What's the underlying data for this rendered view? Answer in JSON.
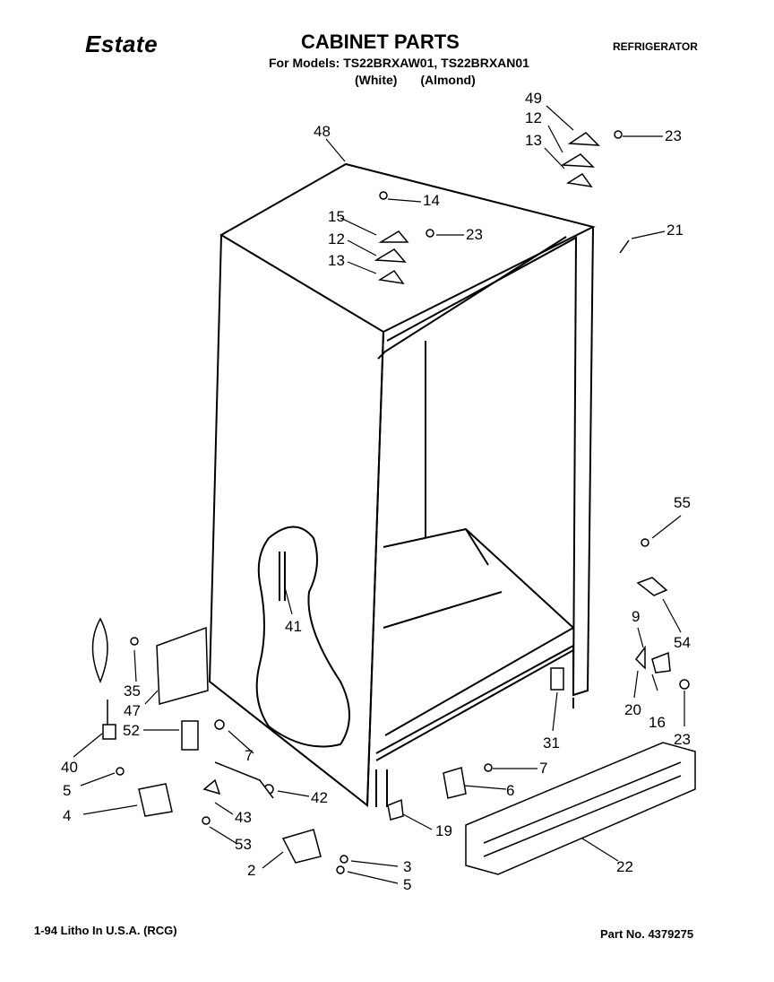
{
  "header": {
    "brand": "Estate",
    "title": "CABINET PARTS",
    "models_line": "For Models: TS22BRXAW01, TS22BRXAN01",
    "variants_line": "(White)  (Almond)",
    "product_type": "REFRIGERATOR"
  },
  "footer": {
    "print_note": "1-94 Litho In U.S.A. (RCG)",
    "part_number": "Part No. 4379275"
  },
  "callouts": [
    "48",
    "49",
    "12",
    "13",
    "23",
    "14",
    "15",
    "12",
    "23",
    "13",
    "21",
    "55",
    "41",
    "54",
    "9",
    "35",
    "47",
    "52",
    "7",
    "20",
    "16",
    "31",
    "23",
    "40",
    "7",
    "5",
    "6",
    "42",
    "4",
    "43",
    "19",
    "53",
    "3",
    "22",
    "2",
    "5"
  ]
}
